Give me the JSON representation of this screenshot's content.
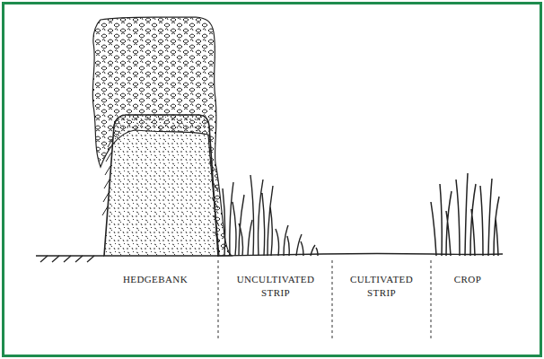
{
  "diagram": {
    "labels": [
      "HEDGEBANK",
      "UNCULTIVATED STRIP",
      "CULTIVATED STRIP",
      "CROP"
    ]
  }
}
